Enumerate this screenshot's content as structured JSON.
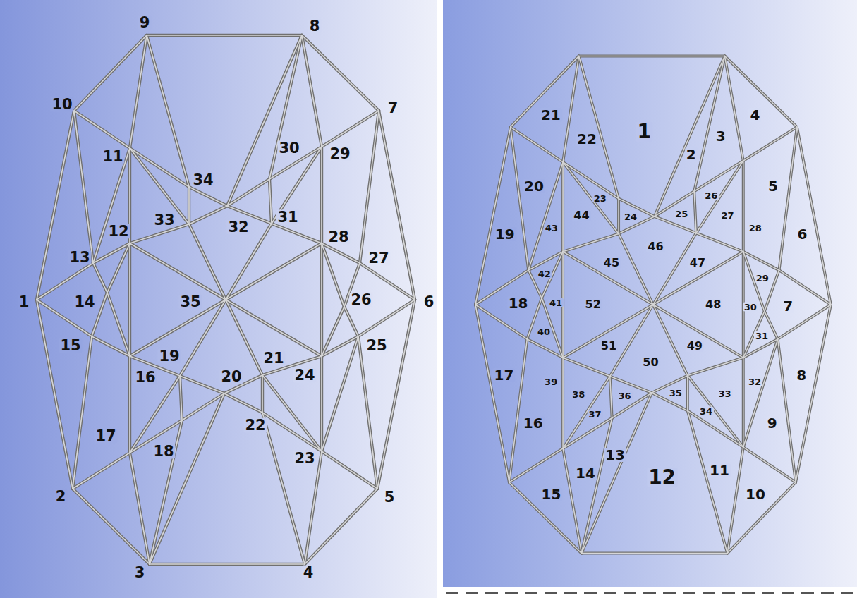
{
  "diagram": {
    "labels": [
      "1",
      "2",
      "3",
      "4",
      "5",
      "6",
      "7",
      "8",
      "9",
      "10",
      "11",
      "12",
      "13",
      "14",
      "15",
      "16",
      "17",
      "18",
      "19",
      "20",
      "21",
      "22",
      "23",
      "24",
      "25",
      "26",
      "27",
      "28",
      "29",
      "30",
      "31",
      "32",
      "33",
      "34",
      "35",
      "1",
      "2",
      "3",
      "4",
      "5",
      "6",
      "7",
      "8",
      "9",
      "10",
      "11",
      "12",
      "13",
      "14",
      "15",
      "16",
      "17",
      "18",
      "19",
      "20",
      "21",
      "22",
      "23",
      "24",
      "25",
      "26",
      "27",
      "28",
      "29",
      "30",
      "31",
      "32",
      "33",
      "34",
      "35",
      "36",
      "37",
      "38",
      "39",
      "40",
      "41",
      "42",
      "43",
      "44",
      "45",
      "46",
      "47",
      "48",
      "49",
      "50",
      "51",
      "52"
    ]
  }
}
